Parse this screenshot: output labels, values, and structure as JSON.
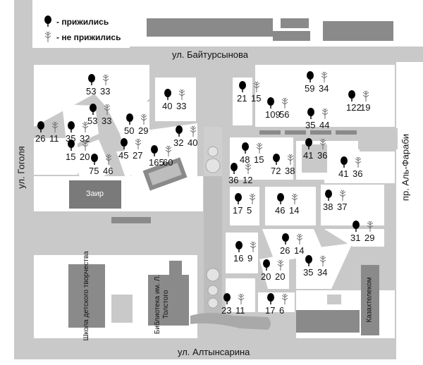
{
  "legend": {
    "survived_label": "- прижились",
    "not_survived_label": "- не прижились"
  },
  "streets": {
    "top": "ул. Байтурсынова",
    "bottom": "ул. Алтынсарина",
    "left": "ул. Гоголя",
    "right": "пр. Аль-Фараби"
  },
  "buildings": {
    "zair": "Заир",
    "school": "Школа детского творчества",
    "library": "Библиотека им. Л. Толстого",
    "kazakhtelecom": "Казахтелеком"
  },
  "colors": {
    "road": "#c9c9c9",
    "road_light": "#d8d8d8",
    "building": "#8a8a8a",
    "building_dark": "#7a7a7a",
    "block": "#ffffff",
    "survived_icon": "#000000",
    "not_survived_icon": "#6b6b6b"
  },
  "icons": {
    "survived": "filled-deciduous-tree-icon",
    "not_survived": "leafless-tree-icon"
  },
  "plots": [
    {
      "survived": "53",
      "not_survived": "33"
    },
    {
      "survived": "40",
      "not_survived": "33"
    },
    {
      "survived": "21",
      "not_survived": "15"
    },
    {
      "survived": "59",
      "not_survived": "34"
    },
    {
      "survived": "109",
      "not_survived": "56"
    },
    {
      "survived": "35",
      "not_survived": "44"
    },
    {
      "survived": "122",
      "not_survived": "19"
    },
    {
      "survived": "53",
      "not_survived": "33"
    },
    {
      "survived": "26",
      "not_survived": "11"
    },
    {
      "survived": "35",
      "not_survived": "32"
    },
    {
      "survived": "50",
      "not_survived": "29"
    },
    {
      "survived": "32",
      "not_survived": "40"
    },
    {
      "survived": "15",
      "not_survived": "20"
    },
    {
      "survived": "45",
      "not_survived": "27"
    },
    {
      "survived": "165",
      "not_survived": "60"
    },
    {
      "survived": "75",
      "not_survived": "46"
    },
    {
      "survived": "48",
      "not_survived": "15"
    },
    {
      "survived": "41",
      "not_survived": "36"
    },
    {
      "survived": "36",
      "not_survived": "12"
    },
    {
      "survived": "72",
      "not_survived": "38"
    },
    {
      "survived": "41",
      "not_survived": "36"
    },
    {
      "survived": "17",
      "not_survived": "5"
    },
    {
      "survived": "46",
      "not_survived": "14"
    },
    {
      "survived": "38",
      "not_survived": "37"
    },
    {
      "survived": "31",
      "not_survived": "29"
    },
    {
      "survived": "26",
      "not_survived": "14"
    },
    {
      "survived": "16",
      "not_survived": "9"
    },
    {
      "survived": "20",
      "not_survived": "20"
    },
    {
      "survived": "35",
      "not_survived": "34"
    },
    {
      "survived": "23",
      "not_survived": "11"
    },
    {
      "survived": "17",
      "not_survived": "6"
    }
  ]
}
